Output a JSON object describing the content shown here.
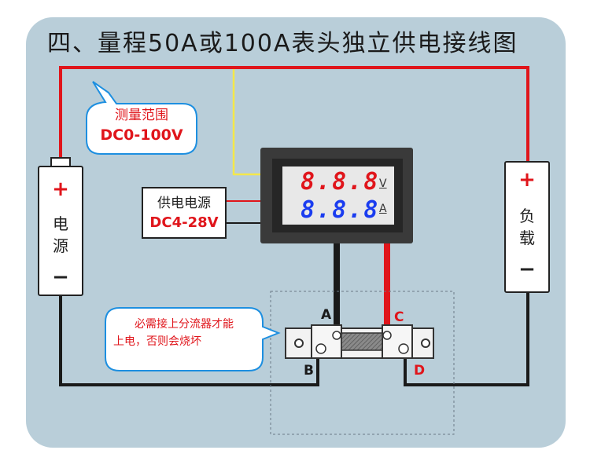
{
  "title": "四、量程50A或100A表头独立供电接线图",
  "battery": {
    "name_line1": "电",
    "name_line2": "源",
    "plus": "+",
    "minus": "−"
  },
  "load": {
    "name_line1": "负",
    "name_line2": "载",
    "plus": "+",
    "minus": "−"
  },
  "voltage_bubble": {
    "line1": "测量范围",
    "line2": "DC0-100V"
  },
  "power_supply": {
    "line1": "供电电源",
    "line2": "DC4-28V"
  },
  "meter": {
    "top_digits": "8.8.8",
    "bottom_digits": "8.8.8",
    "top_unit": "V",
    "bottom_unit": "A"
  },
  "warning_bubble": {
    "line1": "必需接上分流器才能",
    "line2": "上电，否则会烧坏"
  },
  "terminals": {
    "a": "A",
    "b": "B",
    "c": "C",
    "d": "D"
  },
  "colors": {
    "red_wire": "#e0151b",
    "black_wire": "#1a1a1a",
    "yellow_wire": "#f4e84a",
    "voltage_digits": "#e0151b",
    "current_digits": "#1a3cf0",
    "panel_bg": "#b9ced9"
  }
}
